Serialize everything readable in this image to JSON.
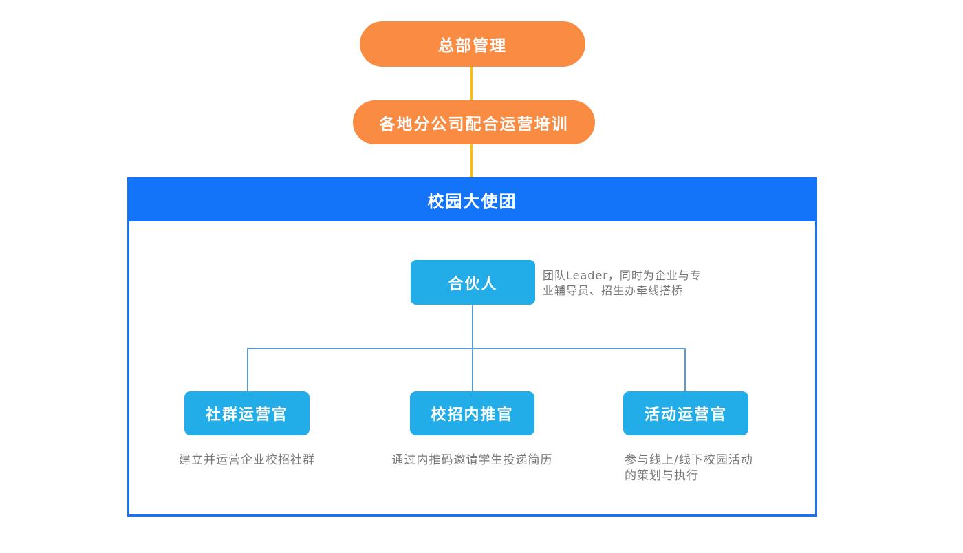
{
  "colors": {
    "orange": "#F98C42",
    "yellow": "#FFC000",
    "blue": "#1374F9",
    "cyan": "#22ACE8",
    "line": "#5B9BD5",
    "gray": "#777777",
    "nodetext": "#FFFFFF"
  },
  "top_nodes": [
    {
      "label": "总部管理"
    },
    {
      "label": "各地分公司配合运营培训"
    }
  ],
  "team_panel": {
    "title": "校园大使团",
    "leader": {
      "label": "合伙人",
      "desc_lines": [
        "团队Leader，同时为企业与专",
        "业辅导员、招生办牵线搭桥"
      ]
    },
    "roles": [
      {
        "label": "社群运营官",
        "desc_lines": [
          "建立并运营企业校招社群"
        ]
      },
      {
        "label": "校招内推官",
        "desc_lines": [
          "通过内推码邀请学生投递简历"
        ]
      },
      {
        "label": "活动运营官",
        "desc_lines": [
          "参与线上/线下校园活动",
          "的策划与执行"
        ]
      }
    ]
  }
}
